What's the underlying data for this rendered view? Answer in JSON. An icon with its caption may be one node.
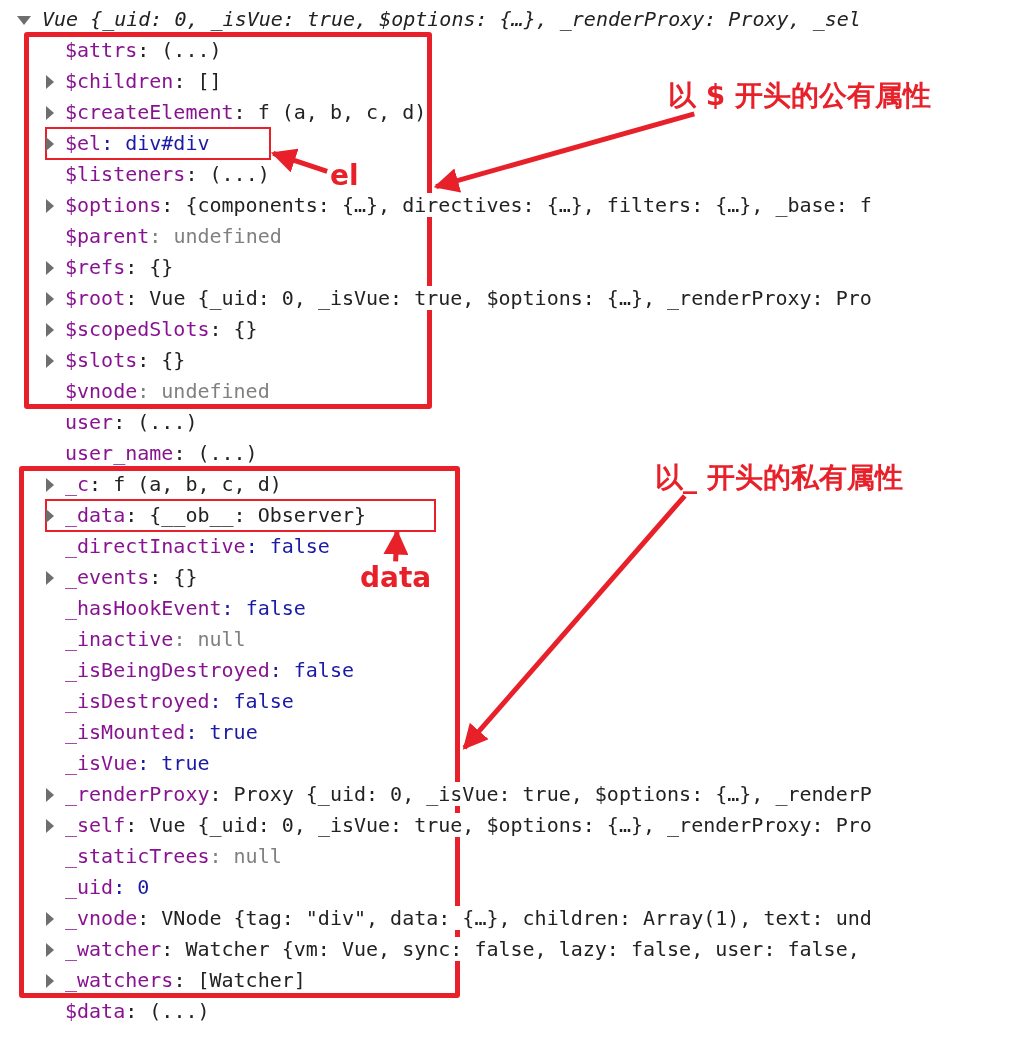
{
  "diagram": {
    "nodes": [
      {
        "text": [],
        "shape": "box"
      },
      {
        "text": [],
        "shape": "box",
        "in": 0
      },
      {
        "text": [
          "以 $ 开头的公有属性"
        ]
      },
      {
        "text": [
          "el"
        ],
        "in": 0
      },
      {
        "text": [],
        "shape": "box"
      },
      {
        "text": [],
        "shape": "box",
        "in": 4
      },
      {
        "text": [
          "以_ 开头的私有属性"
        ]
      },
      {
        "text": [
          "data"
        ],
        "in": 4
      }
    ],
    "edges": [
      {
        "from": 2,
        "to": 0,
        "arrow": "to"
      },
      {
        "from": 3,
        "to": 1,
        "arrow": "to"
      },
      {
        "from": 6,
        "to": 4,
        "arrow": "to"
      },
      {
        "from": 7,
        "to": 5,
        "arrow": "to"
      }
    ],
    "labels": [
      "Vue {_uid: 0, _isVue: true, $options: {…}, _renderProxy: Proxy, _sel",
      "$attrs: (...)",
      "$children: []",
      "$createElement: f (a, b, c, d)",
      "$el: div#div",
      "$listeners: (...)",
      "$options: {components: {…}, directives: {…}, filters: {…}, _base: f",
      "$parent: undefined",
      "$refs: {}",
      "$root: Vue {_uid: 0, _isVue: true, $options: {…}, _renderProxy: Pro",
      "$scopedSlots: {}",
      "$slots: {}",
      "$vnode: undefined",
      "user: (...)",
      "user_name: (...)",
      "_c: f (a, b, c, d)",
      "_data: {__ob__: Observer}",
      "_directInactive: false",
      "_events: {}",
      "_hasHookEvent: false",
      "_inactive: null",
      "_isBeingDestroyed: false",
      "_isDestroyed: false",
      "_isMounted: true",
      "_isVue: true",
      "_renderProxy: Proxy {_uid: 0, _isVue: true, $options: {…}, _renderP",
      "_self: Vue {_uid: 0, _isVue: true, $options: {…}, _renderProxy: Pro",
      "_staticTrees: null",
      "_uid: 0",
      "_vnode: VNode {tag: \"div\", data: {…}, children: Array(1), text: und",
      "_watcher: Watcher {vm: Vue, sync: false, lazy: false, user: false,",
      "_watchers: [Watcher]",
      "$data: (...)"
    ]
  }
}
